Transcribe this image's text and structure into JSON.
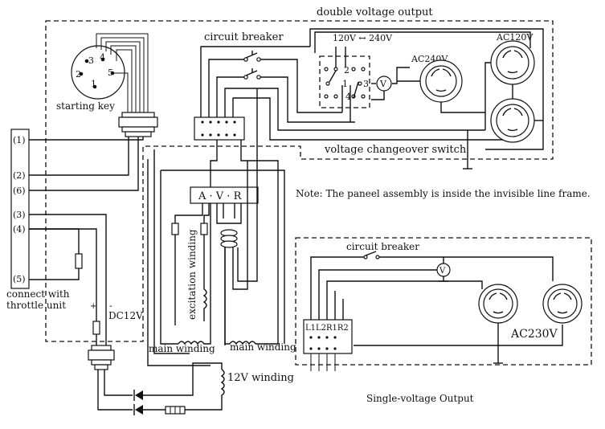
{
  "labels": {
    "double_voltage_output": "double voltage output",
    "circuit_breaker_top": "circuit breaker",
    "starting_key": "starting key",
    "key_pin_1": "1",
    "key_pin_2": "2",
    "key_pin_3": "3",
    "key_pin_4": "4",
    "key_pin_5": "5",
    "switch_range": "120V ↔ 240V",
    "ac240v": "AC240V",
    "ac120v": "AC120V",
    "voltmeter_symbol": "V",
    "sw_1": "1",
    "sw_2": "2",
    "sw_3": "3",
    "sw_4": "4",
    "voltage_changeover_switch": "voltage changeover switch",
    "note": "Note: The paneel assembly is inside the invisible line frame.",
    "terminal_1": "(1)",
    "terminal_2": "(2)",
    "terminal_6": "(6)",
    "terminal_3": "(3)",
    "terminal_4": "(4)",
    "terminal_5": "(5)",
    "connect_with": "connect with",
    "throttle_unit": "throttle unit",
    "plus_sign": "+",
    "minus_sign": "-",
    "dc12v": "DC12V",
    "avr": "A · V · R",
    "excitation_winding": "excitation winding",
    "main_winding_left": "main winding",
    "main_winding_right": "main winding",
    "twelve_v_winding": "12V winding",
    "circuit_breaker_bottom": "circuit breaker",
    "terminal_block_labels": "L1L2R1R2",
    "ac230v": "AC230V",
    "single_voltage_output": "Single-voltage Output"
  }
}
